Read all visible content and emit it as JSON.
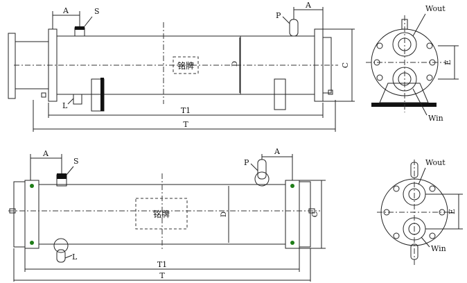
{
  "colors": {
    "body_light": "#d6f5c8",
    "body_mid": "#8ee07a",
    "body_dark": "#3fae2f",
    "outline": "#1a1a1a",
    "base": "#111111"
  },
  "top_view": {
    "label_A_left": "A",
    "label_S": "S",
    "label_P": "P",
    "label_A_right": "A",
    "label_L": "L",
    "label_D": "D",
    "label_C": "C",
    "label_T1": "T1",
    "label_T": "T",
    "nameplate": "铭牌"
  },
  "top_end_view": {
    "label_Wout": "Wout",
    "label_Win": "Win",
    "label_E": "E"
  },
  "bottom_view": {
    "label_A_left": "A",
    "label_S": "S",
    "label_P": "P",
    "label_A_right": "A",
    "label_L": "L",
    "label_D": "D",
    "label_C": "C",
    "label_T1": "T1",
    "label_T": "T",
    "nameplate": "铭牌"
  },
  "bottom_end_view": {
    "label_Wout": "Wout",
    "label_Win": "Win",
    "label_E": "E"
  }
}
